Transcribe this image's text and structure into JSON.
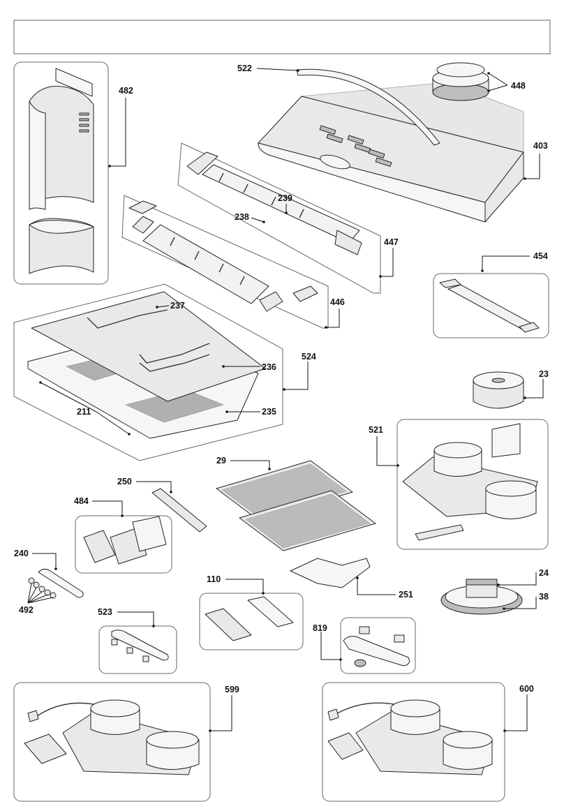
{
  "header": {
    "text": ""
  },
  "callouts": [
    {
      "id": "c522",
      "text": "522"
    },
    {
      "id": "c448",
      "text": "448"
    },
    {
      "id": "c482",
      "text": "482"
    },
    {
      "id": "c403",
      "text": "403"
    },
    {
      "id": "c239",
      "text": "239"
    },
    {
      "id": "c238",
      "text": "238"
    },
    {
      "id": "c447",
      "text": "447"
    },
    {
      "id": "c454",
      "text": "454"
    },
    {
      "id": "c237",
      "text": "237"
    },
    {
      "id": "c446",
      "text": "446"
    },
    {
      "id": "c236",
      "text": "236"
    },
    {
      "id": "c524",
      "text": "524"
    },
    {
      "id": "c235",
      "text": "235"
    },
    {
      "id": "c211",
      "text": "211"
    },
    {
      "id": "c23",
      "text": "23"
    },
    {
      "id": "c521",
      "text": "521"
    },
    {
      "id": "c29",
      "text": "29"
    },
    {
      "id": "c250",
      "text": "250"
    },
    {
      "id": "c484",
      "text": "484"
    },
    {
      "id": "c240",
      "text": "240"
    },
    {
      "id": "c492",
      "text": "492"
    },
    {
      "id": "c110",
      "text": "110"
    },
    {
      "id": "c251",
      "text": "251"
    },
    {
      "id": "c24",
      "text": "24"
    },
    {
      "id": "c38",
      "text": "38"
    },
    {
      "id": "c523",
      "text": "523"
    },
    {
      "id": "c819",
      "text": "819"
    },
    {
      "id": "c599",
      "text": "599"
    },
    {
      "id": "c600",
      "text": "600"
    }
  ]
}
